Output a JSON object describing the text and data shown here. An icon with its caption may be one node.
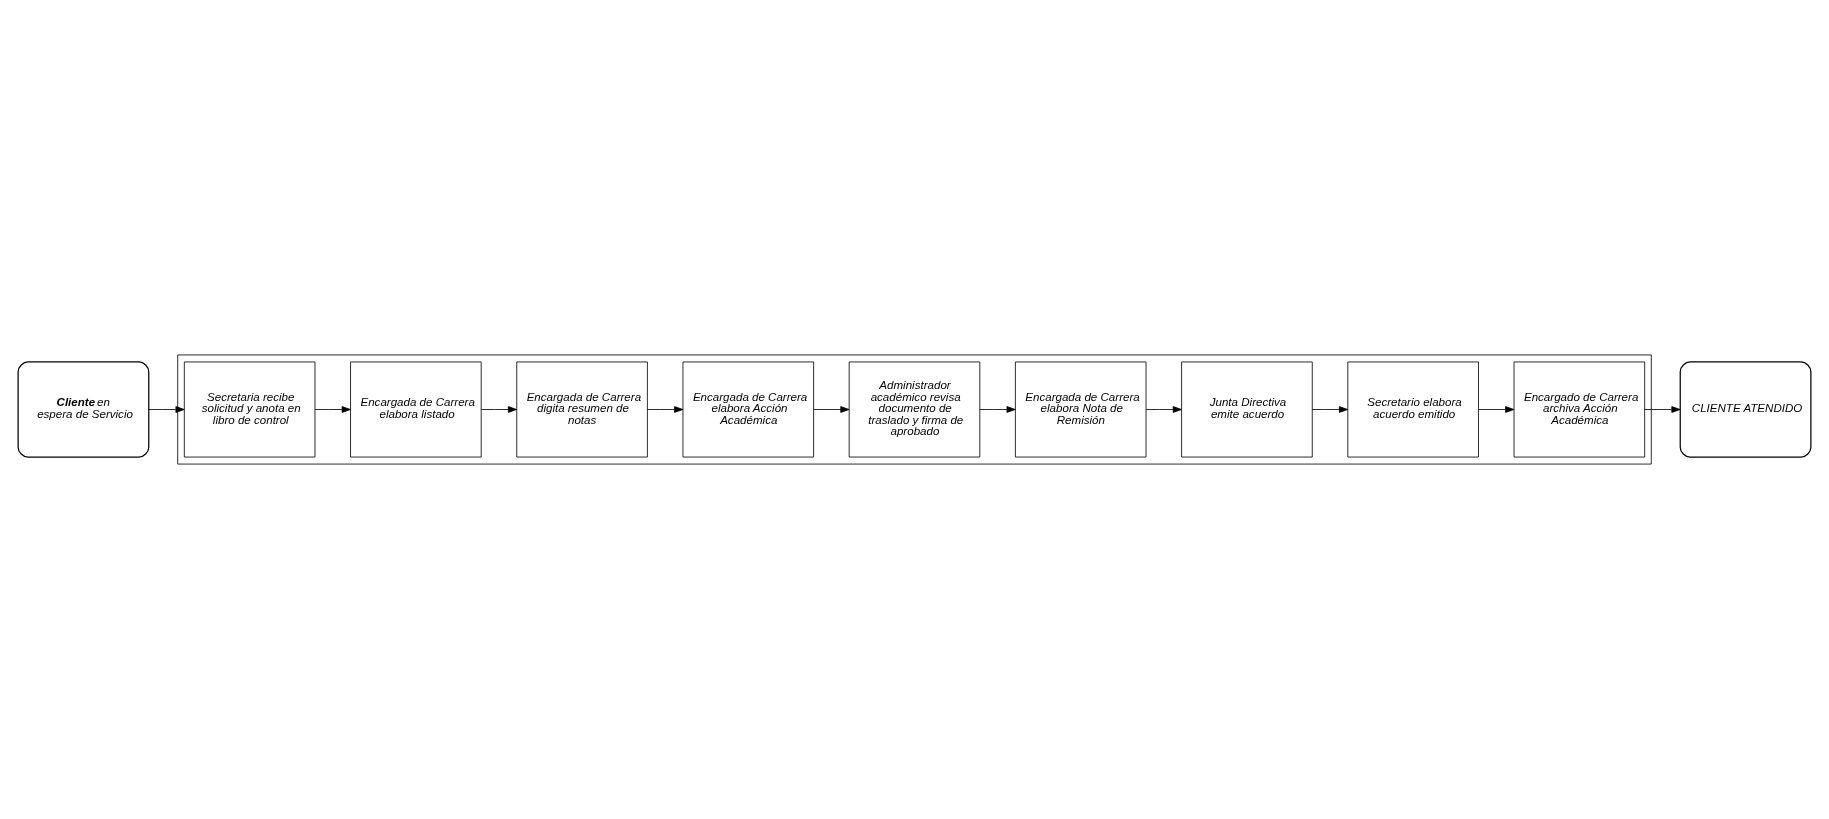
{
  "diagram": {
    "nodes": [
      {
        "text": [
          "**Cliente** en espera de Servicio"
        ]
      },
      {
        "text": [],
        "shape": "box"
      },
      {
        "text": [
          "Secretaria recibe solicitud y anota en libro de control"
        ],
        "in": 1
      },
      {
        "text": [
          "Encargada de Carrera elabora listado"
        ],
        "in": 1
      },
      {
        "text": [
          "Encargada de Carrera digita resumen de notas"
        ],
        "in": 1
      },
      {
        "text": [
          "Encargada de Carrera elabora Acción Académica"
        ],
        "in": 1
      },
      {
        "text": [
          "Administrador académico revisa documento de traslado y firma de aprobado"
        ],
        "in": 1
      },
      {
        "text": [
          "Encargada de Carrera elabora Nota de Remisión"
        ],
        "in": 1
      },
      {
        "text": [
          "Junta Directiva emite acuerdo"
        ],
        "in": 1
      },
      {
        "text": [
          "Secretario elabora acuerdo emitido"
        ],
        "in": 1
      },
      {
        "text": [
          "Encargado de Carrera archiva Acción Académica"
        ],
        "in": 1
      },
      {
        "text": [
          "CLIENTE ATENDIDO"
        ]
      }
    ],
    "edges": [
      {
        "from": 0,
        "to": 2,
        "arrow": "to"
      },
      {
        "from": 2,
        "to": 3,
        "arrow": "to"
      },
      {
        "from": 3,
        "to": 4,
        "arrow": "to"
      },
      {
        "from": 4,
        "to": 5,
        "arrow": "to"
      },
      {
        "from": 5,
        "to": 6,
        "arrow": "to"
      },
      {
        "from": 6,
        "to": 7,
        "arrow": "to"
      },
      {
        "from": 7,
        "to": 8,
        "arrow": "to"
      },
      {
        "from": 8,
        "to": 9,
        "arrow": "to"
      },
      {
        "from": 9,
        "to": 10,
        "arrow": "to"
      },
      {
        "from": 10,
        "to": 11,
        "arrow": "to"
      }
    ]
  }
}
